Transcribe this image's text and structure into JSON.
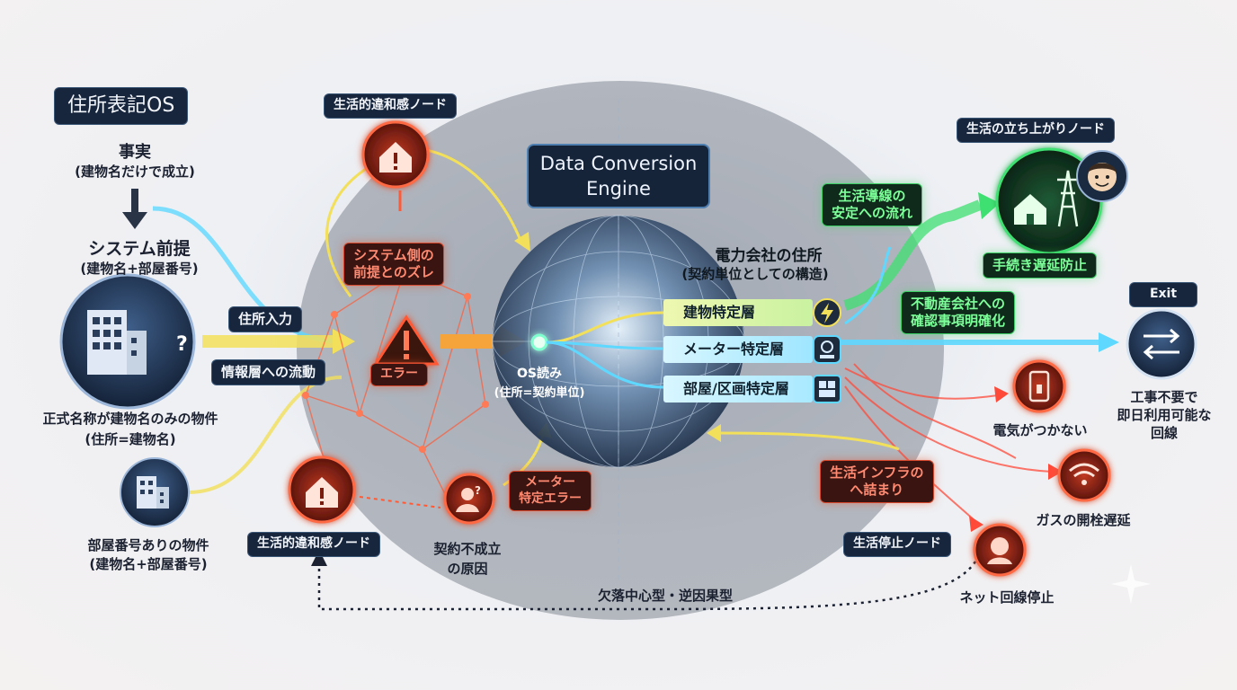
{
  "title": "住所表記OS",
  "left": {
    "fact": "事実",
    "fact_sub": "(建物名だけで成立)",
    "system": "システム前提",
    "system_sub": "(建物名+部屋番号)",
    "prop1": "正式名称が建物名のみの物件",
    "prop1_sub": "(住所=建物名)",
    "prop2": "部屋番号ありの物件",
    "prop2_sub": "(建物名+部屋番号)",
    "input_label": "住所入力",
    "flow_label": "情報層への流動"
  },
  "error_zone": {
    "node_top": "生活的違和感ノード",
    "node_bottom": "生活的違和感ノード",
    "gap": [
      "システム側の",
      "前提とのズレ"
    ],
    "error": "エラー",
    "contract": "契約不成立",
    "contract_sub": "の原因",
    "meter_error": [
      "メーター",
      "特定エラー"
    ]
  },
  "engine": {
    "title_line1": "Data Conversion",
    "title_line2": "Engine",
    "os_read": "OS読み",
    "os_read_sub": "(住所=契約単位)",
    "bottom_label": "欠落中心型・逆因果型"
  },
  "layers": {
    "heading": "電力会社の住所",
    "heading_sub": "(契約単位としての構造)",
    "items": [
      "建物特定層",
      "メーター特定層",
      "部屋/区画特定層"
    ]
  },
  "right": {
    "rise_node": "生活の立ち上がりノード",
    "stable_flow": [
      "生活導線の",
      "安定への流れ"
    ],
    "delay_prevent": "手続き遅延防止",
    "realestate": [
      "不動産会社への",
      "確認事項明確化"
    ],
    "exit": "Exit",
    "exit_text": [
      "工事不要で",
      "即日利用可能な",
      "回線"
    ],
    "infra_jam": [
      "生活インフラの",
      "へ詰まり"
    ],
    "no_electric": "電気がつかない",
    "gas_delay": "ガスの開栓遅延",
    "stop_node": "生活停止ノード",
    "net_stop": "ネット回線停止"
  },
  "colors": {
    "red": "#ff5a36",
    "green": "#3fe072",
    "cyan": "#5fd8ff",
    "yellow": "#f3e05a",
    "navy": "#17263d"
  }
}
